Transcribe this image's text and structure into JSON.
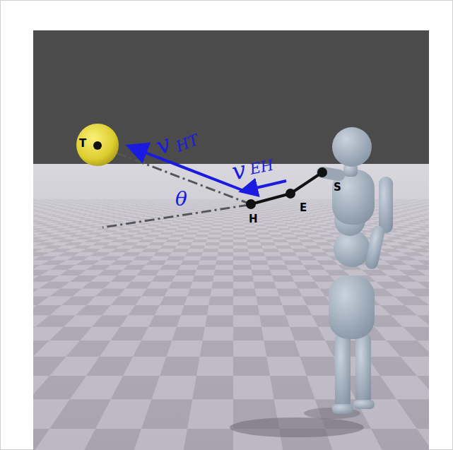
{
  "diagram": {
    "labels": [
      "T",
      "v",
      "HT",
      "v",
      "EH",
      "θ",
      "H",
      "E",
      "S"
    ]
  }
}
